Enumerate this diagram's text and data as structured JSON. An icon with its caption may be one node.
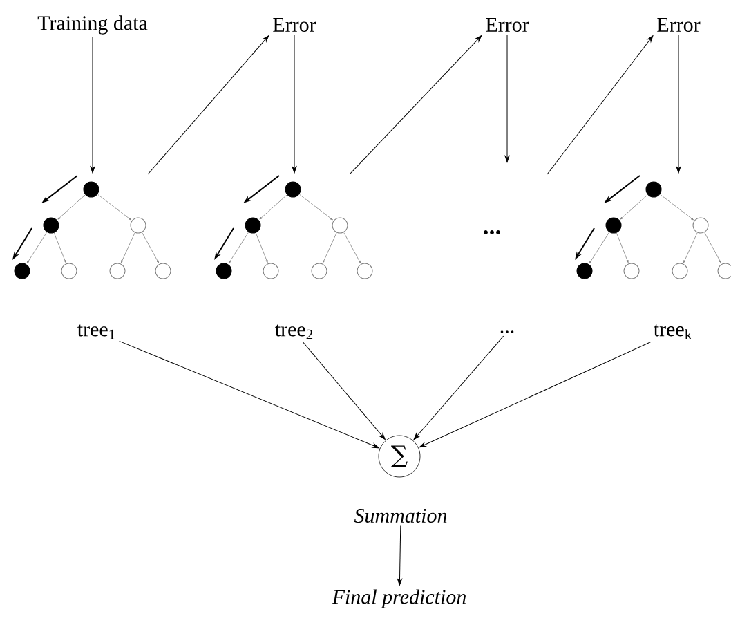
{
  "diagram": {
    "nodes": [
      {
        "text": [
          "Training data"
        ]
      },
      {
        "text": [
          "Error"
        ]
      },
      {
        "text": [
          "Error"
        ]
      },
      {
        "text": [
          "Error"
        ]
      },
      {
        "text": [],
        "shape": "picture"
      },
      {
        "text": [],
        "shape": "picture"
      },
      {
        "text": [],
        "shape": "picture"
      },
      {
        "text": [
          "tree$_{1}$"
        ]
      },
      {
        "text": [
          "tree$_{2}$"
        ]
      },
      {
        "text": [
          "..."
        ]
      },
      {
        "text": [
          "tree$_{k}$"
        ]
      },
      {
        "text": [
          "∑"
        ]
      },
      {
        "text": [
          "Summation"
        ]
      },
      {
        "text": [
          "Final prediction"
        ]
      }
    ],
    "edges": [
      {
        "from": 0,
        "to": 4,
        "arrow": "to"
      },
      {
        "from": 1,
        "to": 5,
        "arrow": "to"
      },
      {
        "from": 2,
        "to": null,
        "arrow": "to"
      },
      {
        "from": 3,
        "to": 6,
        "arrow": "to"
      },
      {
        "from": 4,
        "to": 1,
        "arrow": "to"
      },
      {
        "from": 5,
        "to": 2,
        "arrow": "to"
      },
      {
        "from": null,
        "to": 3,
        "arrow": "to"
      },
      {
        "from": 7,
        "to": 11,
        "arrow": "to"
      },
      {
        "from": 8,
        "to": 11,
        "arrow": "to"
      },
      {
        "from": 9,
        "to": 11,
        "arrow": "to"
      },
      {
        "from": 10,
        "to": 11,
        "arrow": "to"
      },
      {
        "from": 12,
        "to": 13,
        "arrow": "to"
      }
    ],
    "labels": [
      "..."
    ]
  }
}
